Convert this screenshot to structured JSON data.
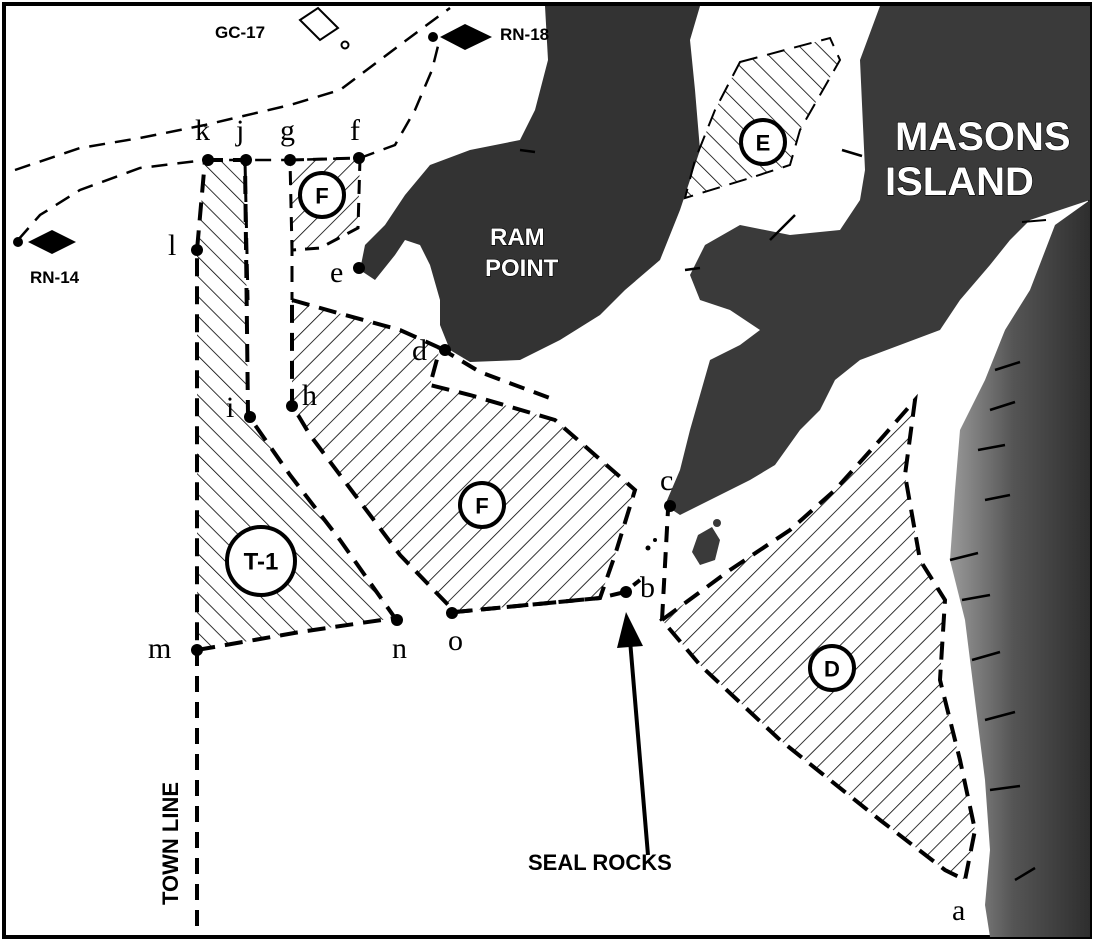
{
  "buoys": {
    "gc17": "GC-17",
    "rn18": "RN-18",
    "rn14": "RN-14"
  },
  "points": [
    "k",
    "j",
    "g",
    "f",
    "l",
    "e",
    "d",
    "i",
    "h",
    "c",
    "b",
    "m",
    "n",
    "o",
    "a"
  ],
  "zones": {
    "e": "E",
    "f_small": "F",
    "f_large": "F",
    "t1": "T-1",
    "d": "D"
  },
  "places": {
    "masons_line1": "MASONS",
    "masons_line2": "ISLAND",
    "ram_line1": "RAM",
    "ram_line2": "POINT",
    "seal_rocks": "SEAL ROCKS",
    "town_line": "TOWN LINE"
  },
  "colors": {
    "land": "#3a3a3a",
    "land_light": "#9a9a9a",
    "water": "#ffffff",
    "ink": "#000000"
  }
}
